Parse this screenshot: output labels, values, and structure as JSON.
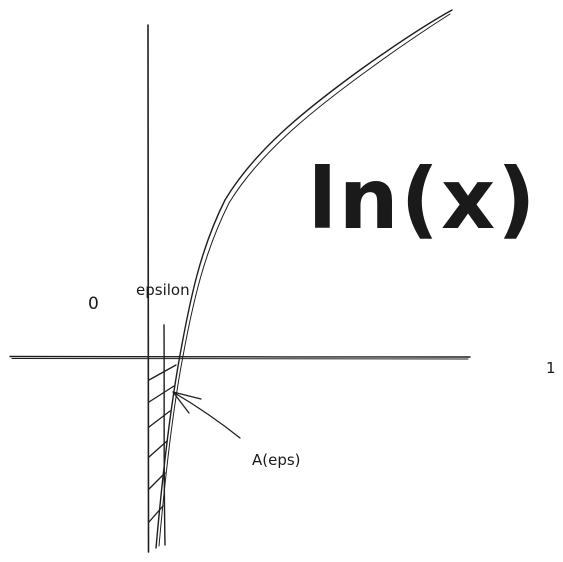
{
  "title": "ln(x)",
  "labels": {
    "origin": "0",
    "one": "1",
    "epsilon": "epsilon",
    "area": "A(eps)"
  },
  "colors": {
    "ink": "#1e1e1e",
    "background": "#ffffff"
  }
}
